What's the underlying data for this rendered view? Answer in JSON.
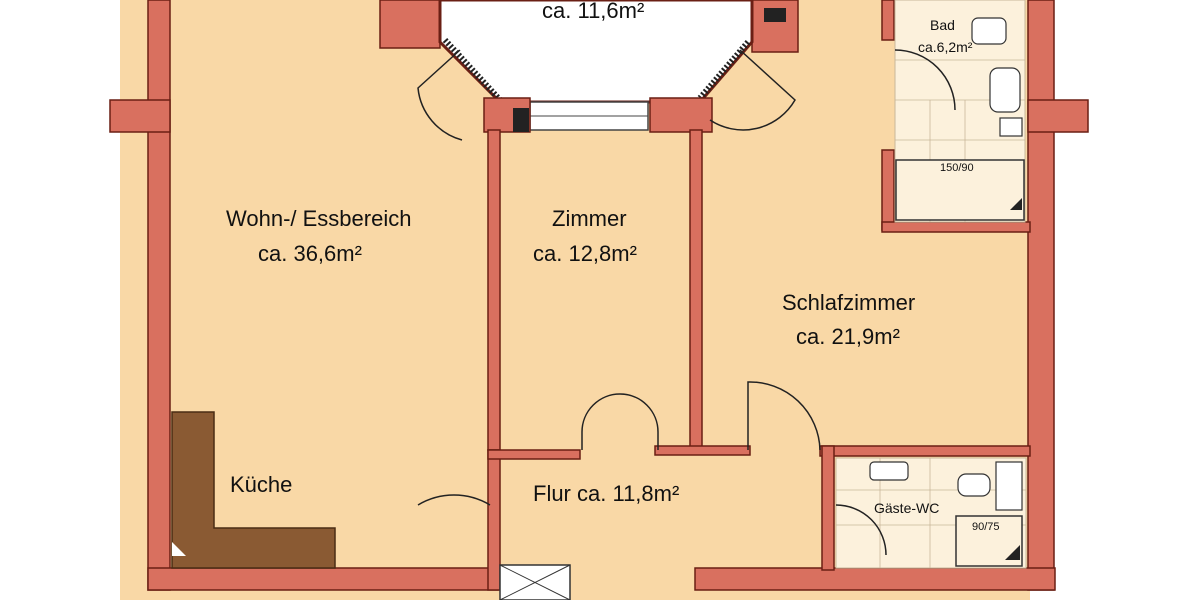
{
  "plan": {
    "rooms": {
      "top": {
        "area": "ca. 11,6m²"
      },
      "wohn": {
        "name": "Wohn-/ Essbereich",
        "area": "ca. 36,6m²"
      },
      "zimmer": {
        "name": "Zimmer",
        "area": "ca. 12,8m²"
      },
      "schlaf": {
        "name": "Schlafzimmer",
        "area": "ca. 21,9m²"
      },
      "kueche": {
        "name": "Küche"
      },
      "flur": {
        "name": "Flur ca. 11,8m²"
      },
      "bad": {
        "name": "Bad",
        "area": "ca.6,2m²"
      },
      "gaestewc": {
        "name": "Gäste-WC"
      }
    },
    "fixtures": {
      "shower_bad": "150/90",
      "shower_wc": "90/75"
    },
    "colors": {
      "floor": "#f9d8a6",
      "wall": "#d9705f",
      "wall_edge": "#6a1f14",
      "kitchen": "#8a5a33",
      "tile": "#fcf1dc",
      "background": "#ffffff"
    }
  }
}
